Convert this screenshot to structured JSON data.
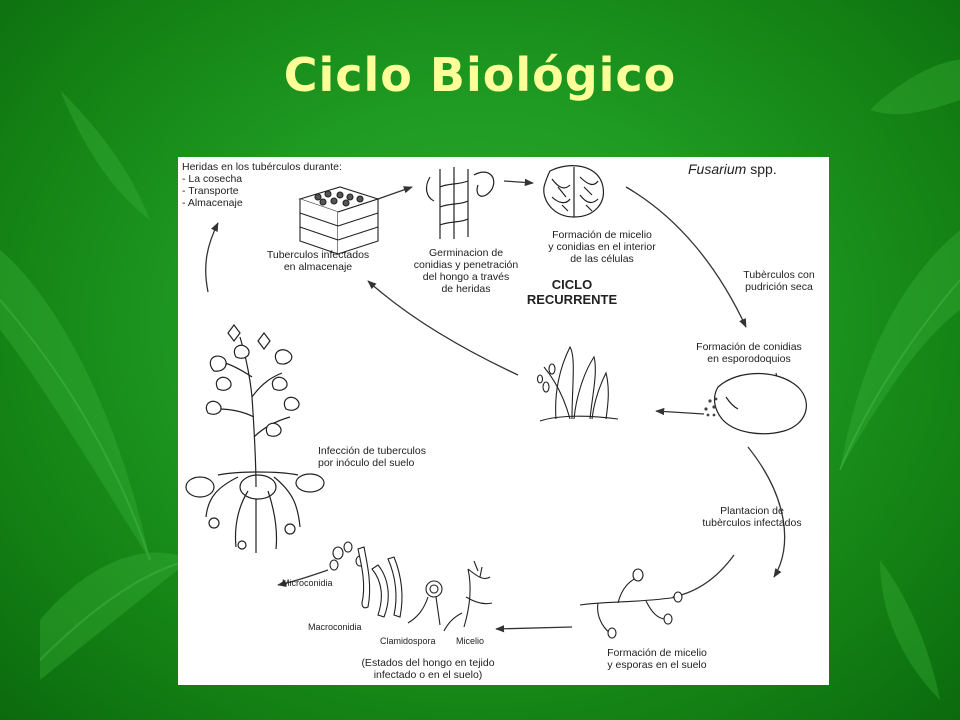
{
  "slide": {
    "title": "Ciclo Biológico"
  },
  "diagram": {
    "organism_genus": "Fusarium",
    "organism_suffix": " spp.",
    "center_label": [
      "CICLO",
      "RECURRENTE"
    ],
    "stages": {
      "heridas": [
        "Heridas en los tubérculos durante:",
        "- La cosecha",
        "- Transporte",
        "- Almacenaje"
      ],
      "almacenaje": [
        "Tuberculos infectados",
        "en almacenaje"
      ],
      "germinacion": [
        "Germinacion de",
        "conidias y penetración",
        "del hongo a través",
        "de heridas"
      ],
      "formacion_micelio_celulas": [
        "Formación de micelio",
        "y conidias en el interior",
        "de las células"
      ],
      "pudricion": [
        "Tubèrculos con",
        "pudrición seca"
      ],
      "esporodoquios": [
        "Formación de conidias",
        "en esporodoquios"
      ],
      "infeccion": [
        "Infección de tuberculos",
        "por inóculo del suelo"
      ],
      "plantacion": [
        "Plantacion de",
        "tubèrculos infectados"
      ],
      "formacion_suelo": [
        "Formación de micelio",
        "y esporas en el suelo"
      ],
      "estados": [
        "(Estados del hongo en tejido",
        "infectado o en el suelo)"
      ]
    },
    "fungal_forms": {
      "microconidia": "Microconidia",
      "macroconidia": "Macroconidia",
      "clamidospora": "Clamidospora",
      "micelio": "Micelio"
    }
  }
}
